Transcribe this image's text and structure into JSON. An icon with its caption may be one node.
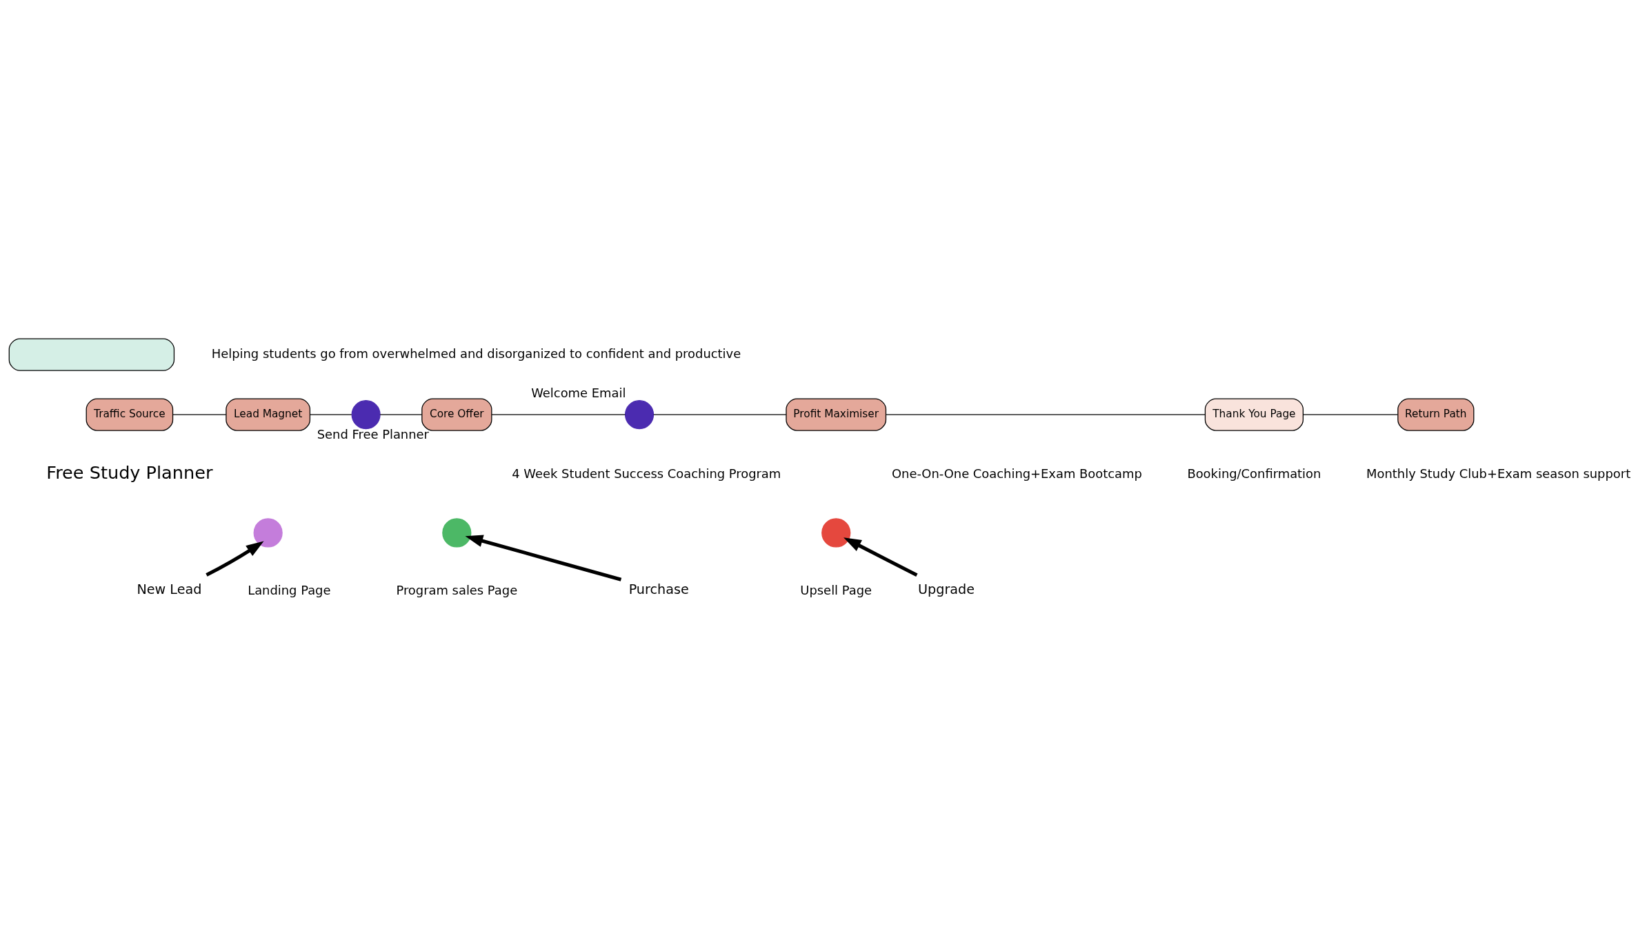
{
  "diagram": {
    "nodes": [
      {
        "text": [],
        "shape": "box"
      },
      {
        "text": [
          "Traffic Source"
        ]
      },
      {
        "text": [
          "Lead Magnet"
        ]
      },
      {
        "text": [],
        "shape": "circle",
        "beside": [
          "Send Free Planner"
        ]
      },
      {
        "text": [
          "Core Offer"
        ]
      },
      {
        "text": [],
        "shape": "circle",
        "beside": [
          "Welcome Email"
        ]
      },
      {
        "text": [
          "Profit Maximiser"
        ]
      },
      {
        "text": [
          "Thank You Page"
        ]
      },
      {
        "text": [
          "Return Path"
        ]
      },
      {
        "text": [],
        "shape": "circle"
      },
      {
        "text": [
          "New Lead"
        ]
      },
      {
        "text": [],
        "shape": "circle"
      },
      {
        "text": [
          "Purchase"
        ]
      },
      {
        "text": [],
        "shape": "circle"
      },
      {
        "text": [
          "Upgrade"
        ]
      }
    ],
    "edges": [
      {
        "from": 1,
        "to": 2,
        "arrow": "none"
      },
      {
        "from": 2,
        "to": 3,
        "arrow": "none"
      },
      {
        "from": 3,
        "to": 4,
        "arrow": "none"
      },
      {
        "from": 4,
        "to": 5,
        "arrow": "none"
      },
      {
        "from": 5,
        "to": 6,
        "arrow": "none"
      },
      {
        "from": 6,
        "to": 7,
        "arrow": "none"
      },
      {
        "from": 7,
        "to": 8,
        "arrow": "none"
      },
      {
        "from": 10,
        "to": 9,
        "arrow": "to",
        "style": "thick"
      },
      {
        "from": 12,
        "to": 11,
        "arrow": "to",
        "style": "thick"
      },
      {
        "from": 14,
        "to": 13,
        "arrow": "to",
        "style": "thick"
      }
    ],
    "labels": [
      "Helping students go from overwhelmed and disorganized to confident and productive",
      "Free Study Planner",
      "4 Week Student Success Coaching Program",
      "One-On-One Coaching+Exam Bootcamp",
      "Booking/Confirmation",
      "Monthly Study Club+Exam season support",
      "Landing Page",
      "Program sales Page",
      "Upsell Page"
    ]
  }
}
